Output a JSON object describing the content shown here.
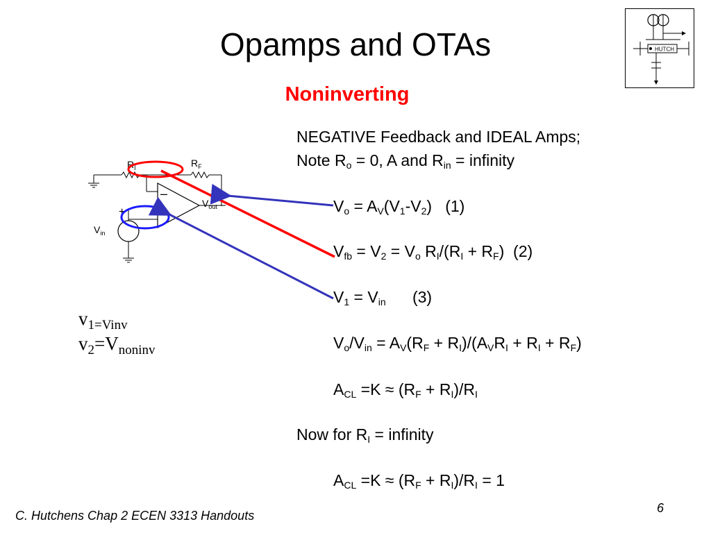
{
  "slide": {
    "title": "Opamps and OTAs",
    "subtitle": "Noninverting",
    "footer": "C. Hutchens Chap 2 ECEN 3313 Handouts",
    "page_number": "6"
  },
  "logo": {
    "text": "HUTCH"
  },
  "circuit": {
    "r1_main": "R",
    "r1_sub": "I",
    "rf_main": "R",
    "rf_sub": "F",
    "minus": "–",
    "plus": "+",
    "vout_main": "V",
    "vout_sub": "out",
    "vin_main": "V",
    "vin_sub": "in"
  },
  "colors": {
    "accent": "#ff0000",
    "arrow_blue": "#3333bb",
    "ellipse_blue": "#1a1aff"
  },
  "text": {
    "line1": "NEGATIVE Feedback and IDEAL Amps;",
    "line2_a": "Note R",
    "line2_sub1": "o",
    "line2_b": " = 0, A and R",
    "line2_sub2": "in",
    "line2_c": " = infinity",
    "eq1": {
      "a": "V",
      "s1": "o",
      "b": " = A",
      "s2": "V",
      "c": "(V",
      "s3": "1",
      "d": "-V",
      "s4": "2",
      "e": ")   (1)"
    },
    "eq2": {
      "a": "V",
      "s1": "fb",
      "b": " = V",
      "s2": "2",
      "c": " = V",
      "s3": "o",
      "d": " R",
      "s4": "I",
      "e": "/(R",
      "s5": "I",
      "f": " + R",
      "s6": "F",
      "g": ")  (2)"
    },
    "eq3": {
      "a": "V",
      "s1": "1",
      "b": " = V",
      "s2": "in",
      "c": "      (3)"
    },
    "eq4": {
      "a": "V",
      "s1": "o",
      "b": "/V",
      "s2": "in",
      "c": " = A",
      "s3": "V",
      "d": "(R",
      "s4": "F",
      "e": " + R",
      "s5": "I",
      "f": ")/(A",
      "s6": "V",
      "g": "R",
      "s7": "I",
      "h": " + R",
      "s8": "I",
      "i": " + R",
      "s9": "F",
      "j": ")"
    },
    "eq5": {
      "a": "A",
      "s1": "CL",
      "b": " =K ≈ (R",
      "s2": "F",
      "c": " + R",
      "s3": "I",
      "d": ")/R",
      "s4": "I"
    },
    "now_line": {
      "a": "Now for R",
      "s1": "I",
      "b": " = infinity"
    },
    "eq6": {
      "a": "A",
      "s1": "CL",
      "b": " =K ≈ (R",
      "s2": "F",
      "c": " + R",
      "s3": "I",
      "d": ")/R",
      "s4": "I",
      "e": " = 1"
    }
  },
  "side_notes": {
    "v1_a": "v",
    "v1_sub": "1=Vinv",
    "v2_a": "v",
    "v2_sub": "2",
    "v2_b": "=V",
    "v2_sub2": "noninv"
  }
}
